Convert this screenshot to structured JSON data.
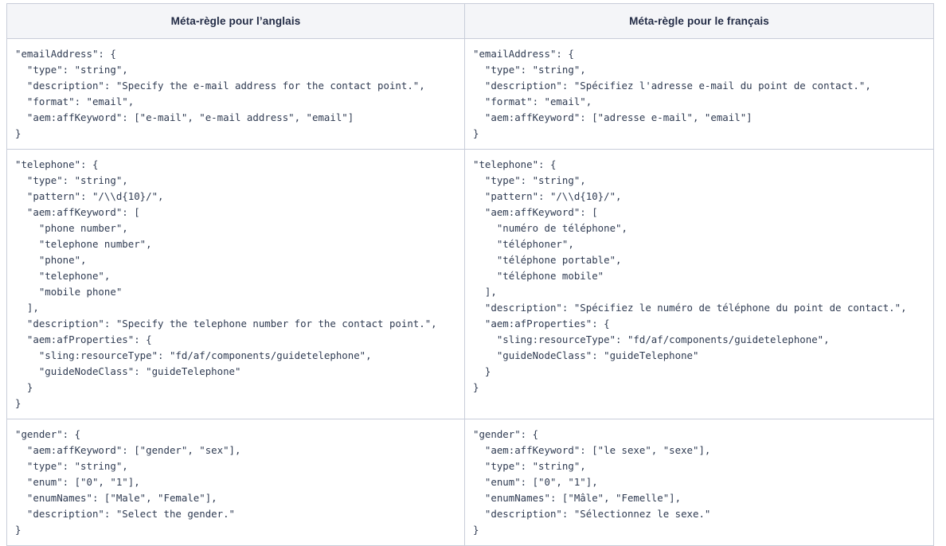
{
  "table": {
    "headers": [
      "Méta-règle pour l’anglais",
      "Méta-règle pour le français"
    ],
    "rows": [
      {
        "name": "emailAddress",
        "english": "\"emailAddress\": {\n  \"type\": \"string\",\n  \"description\": \"Specify the e-mail address for the contact point.\",\n  \"format\": \"email\",\n  \"aem:affKeyword\": [\"e-mail\", \"e-mail address\", \"email\"]\n}",
        "french": "\"emailAddress\": {\n  \"type\": \"string\",\n  \"description\": \"Spécifiez l'adresse e-mail du point de contact.\",\n  \"format\": \"email\",\n  \"aem:affKeyword\": [\"adresse e-mail\", \"email\"]\n}"
      },
      {
        "name": "telephone",
        "english": "\"telephone\": {\n  \"type\": \"string\",\n  \"pattern\": \"/\\\\d{10}/\",\n  \"aem:affKeyword\": [\n    \"phone number\",\n    \"telephone number\",\n    \"phone\",\n    \"telephone\",\n    \"mobile phone\"\n  ],\n  \"description\": \"Specify the telephone number for the contact point.\",\n  \"aem:afProperties\": {\n    \"sling:resourceType\": \"fd/af/components/guidetelephone\",\n    \"guideNodeClass\": \"guideTelephone\"\n  }\n}",
        "french": "\"telephone\": {\n  \"type\": \"string\",\n  \"pattern\": \"/\\\\d{10}/\",\n  \"aem:affKeyword\": [\n    \"numéro de téléphone\",\n    \"téléphoner\",\n    \"téléphone portable\",\n    \"téléphone mobile\"\n  ],\n  \"description\": \"Spécifiez le numéro de téléphone du point de contact.\",\n  \"aem:afProperties\": {\n    \"sling:resourceType\": \"fd/af/components/guidetelephone\",\n    \"guideNodeClass\": \"guideTelephone\"\n  }\n}"
      },
      {
        "name": "gender",
        "english": "\"gender\": {\n  \"aem:affKeyword\": [\"gender\", \"sex\"],\n  \"type\": \"string\",\n  \"enum\": [\"0\", \"1\"],\n  \"enumNames\": [\"Male\", \"Female\"],\n  \"description\": \"Select the gender.\"\n}",
        "french": "\"gender\": {\n  \"aem:affKeyword\": [\"le sexe\", \"sexe\"],\n  \"type\": \"string\",\n  \"enum\": [\"0\", \"1\"],\n  \"enumNames\": [\"Mâle\", \"Femelle\"],\n  \"description\": \"Sélectionnez le sexe.\"\n}"
      }
    ]
  },
  "colors": {
    "header_bg": "#f4f5f8",
    "border": "#c8cdd9",
    "header_text": "#222b45",
    "code_text": "#2f3b52",
    "page_bg": "#ffffff"
  }
}
